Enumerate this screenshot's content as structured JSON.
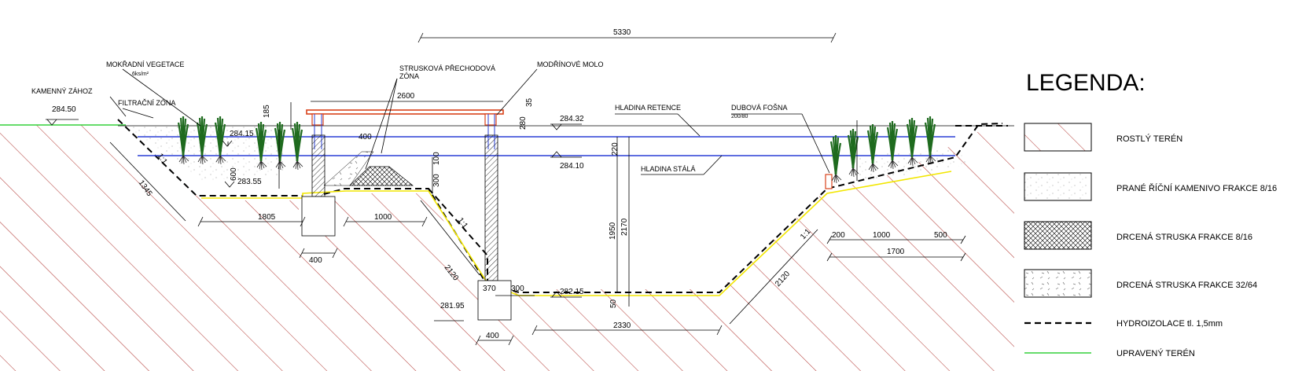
{
  "title": "",
  "dimensions": {
    "total_width": "5330",
    "molo_width": "2600",
    "d_185": "185",
    "d_35": "35",
    "d_280": "280",
    "d_400_top": "400",
    "d_600": "600",
    "d_300": "300",
    "d_100": "100",
    "d_1345": "1345",
    "d_1805": "1805",
    "d_1000_left": "1000",
    "d_400_left": "400",
    "d_2120_left": "2120",
    "d_370": "370",
    "d_300_bottom": "300",
    "d_400_bottom": "400",
    "d_2330": "2330",
    "d_220": "220",
    "d_1950": "1950",
    "d_2170": "2170",
    "d_50": "50",
    "d_2120_right": "2120",
    "d_200": "200",
    "d_1000_right": "1000",
    "d_500": "500",
    "d_1700": "1700"
  },
  "elevations": {
    "e_28450": "284.50",
    "e_28415": "284.15",
    "e_28355": "283.55",
    "e_28432": "284.32",
    "e_28410": "284.10",
    "e_28215": "282.15",
    "e_28195": "281.95"
  },
  "slopes": {
    "s_left": "1:1",
    "s_mid": "1:1",
    "s_right": "1:1"
  },
  "labels": {
    "mokradni": "MOKŘADNÍ VEGETACE",
    "mokradni_sub": "6ks/m²",
    "kamenny": "KAMENNÝ ZÁHOZ",
    "filtracni": "FILTRAČNÍ ZÓNA",
    "struskova1": "STRUSKOVÁ PŘECHODOVÁ",
    "struskova2": "ZÓNA",
    "molo": "MODŘÍNOVÉ MOLO",
    "hladina_retence": "HLADINA RETENCE",
    "hladina_stala": "HLADINA STÁLÁ",
    "dubova": "DUBOVÁ FOŠNA",
    "dubova_sub": "200/80"
  },
  "legend": {
    "title": "LEGENDA:",
    "items": [
      {
        "label": "ROSTLÝ TERÉN"
      },
      {
        "label": "PRANÉ ŘÍČNÍ KAMENIVO FRAKCE 8/16"
      },
      {
        "label": "DRCENÁ STRUSKA FRAKCE 8/16"
      },
      {
        "label": "DRCENÁ STRUSKA FRAKCE 32/64"
      },
      {
        "label": "HYDROIZOLACE tl. 1,5mm"
      },
      {
        "label": "UPRAVENÝ TERÉN"
      }
    ]
  },
  "colors": {
    "terrain_hatch": "#b5413d",
    "water_line": "#2a3fd6",
    "membrane": "#000000",
    "geotextile": "#f2e600",
    "finished_terrain": "#33d13a",
    "molo": "#d9421b",
    "plant": "#1f6b1f"
  }
}
